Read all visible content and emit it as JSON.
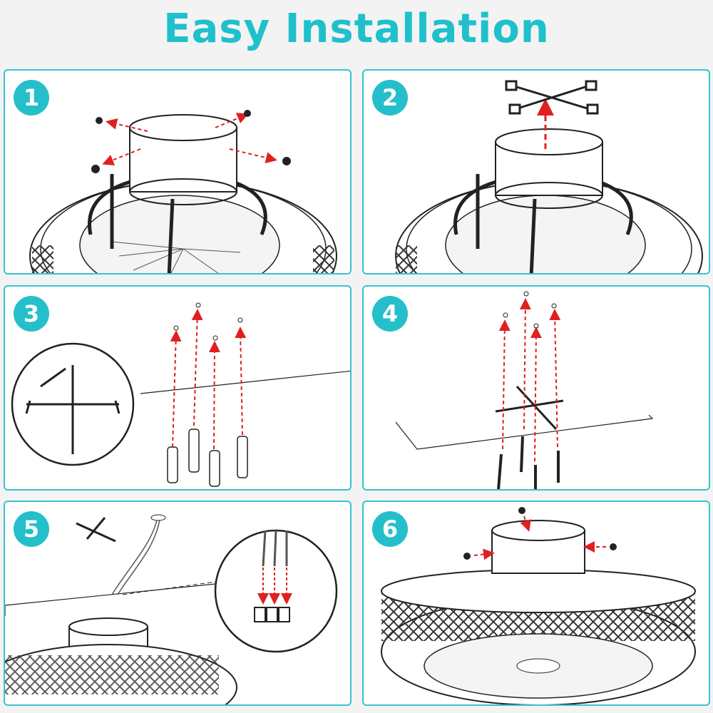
{
  "title": "Easy Installation",
  "steps": [
    {
      "number": "1"
    },
    {
      "number": "2"
    },
    {
      "number": "3"
    },
    {
      "number": "4"
    },
    {
      "number": "5"
    },
    {
      "number": "6"
    }
  ],
  "colors": {
    "accent": "#24bfcb",
    "arrow": "#e02020",
    "background": "#f3f3f3"
  }
}
